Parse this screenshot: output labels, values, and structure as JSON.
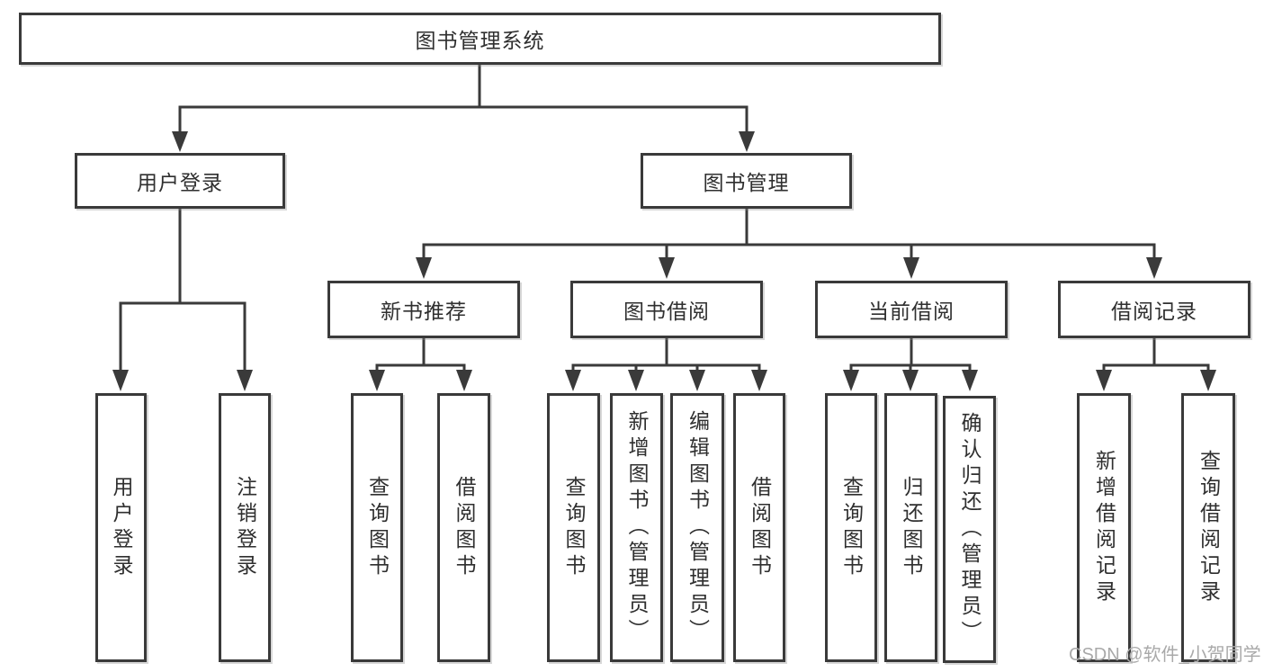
{
  "tree": {
    "root": "图书管理系统",
    "branches": [
      {
        "label": "用户登录",
        "children": [
          "用户登录",
          "注销登录"
        ]
      },
      {
        "label": "图书管理",
        "sections": [
          {
            "label": "新书推荐",
            "children": [
              "查询图书",
              "借阅图书"
            ]
          },
          {
            "label": "图书借阅",
            "children": [
              "查询图书",
              "新增图书（管理员）",
              "编辑图书（管理员）",
              "借阅图书"
            ]
          },
          {
            "label": "当前借阅",
            "children": [
              "查询图书",
              "归还图书",
              "确认归还（管理员）"
            ]
          },
          {
            "label": "借阅记录",
            "children": [
              "新增借阅记录",
              "查询借阅记录"
            ]
          }
        ]
      }
    ]
  },
  "watermark": "CSDN @软件_小贺同学",
  "colors": {
    "line": "#3a3a3a",
    "text": "#2f2f2f",
    "box_background": "#ffffff",
    "page_background": "#ffffff",
    "watermark": "#a9a9a9"
  }
}
